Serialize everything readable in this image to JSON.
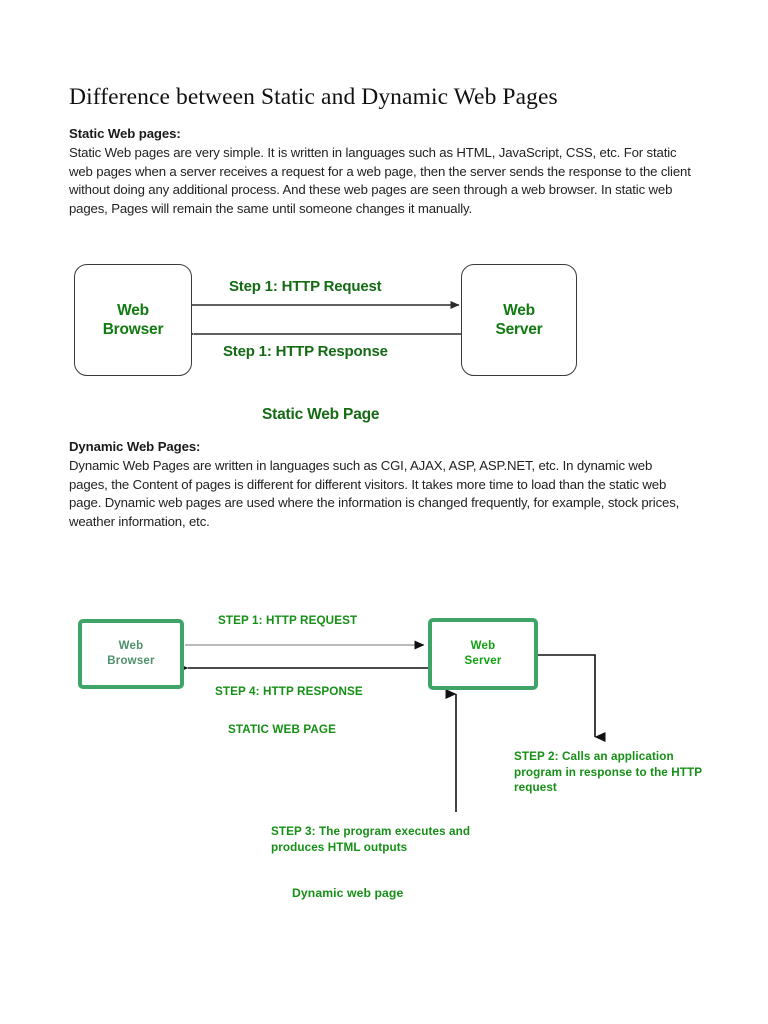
{
  "document": {
    "title": "Difference between Static and Dynamic Web Pages"
  },
  "sections": {
    "static": {
      "heading": "Static Web pages:",
      "body": "Static Web pages are very simple. It is written in languages such as HTML, JavaScript, CSS, etc. For static web pages when a server receives a request for a web page, then the server sends the response to the client without doing any additional process. And these web pages are seen through a web browser. In static web pages, Pages will remain the same until someone changes it manually."
    },
    "dynamic": {
      "heading": "Dynamic Web Pages:",
      "body": "Dynamic Web Pages are written in languages such as CGI, AJAX, ASP, ASP.NET, etc. In dynamic web pages, the Content of pages is different for different visitors. It takes more time to load than the static web page. Dynamic web pages are used where the information is changed frequently, for example, stock prices, weather information, etc."
    }
  },
  "diagram_static": {
    "browser_line1": "Web",
    "browser_line2": "Browser",
    "server_line1": "Web",
    "server_line2": "Server",
    "arrow_request_label": "Step 1: HTTP Request",
    "arrow_response_label": "Step 1: HTTP Response",
    "caption": "Static Web Page",
    "colors": {
      "text": "#146b14",
      "box_border": "#3a3a3a",
      "arrow": "#2b2b2b"
    }
  },
  "diagram_dynamic": {
    "browser_line1": "Web",
    "browser_line2": "Browser",
    "server_line1": "Web",
    "server_line2": "Server",
    "arrow_request_label": "STEP 1:  HTTP REQUEST",
    "arrow_response_label": "STEP 4:  HTTP RESPONSE",
    "static_page_label": "STATIC WEB PAGE",
    "step2_label": "STEP 2: Calls an application program in response to the HTTP request",
    "step3_label": "STEP 3: The program executes and produces HTML outputs",
    "caption": "Dynamic web page",
    "colors": {
      "box_border": "#3ea468",
      "browser_text": "#4f8f6c",
      "server_text": "#11a211",
      "label_text": "#169016",
      "arrow_request": "#8f8f8f",
      "arrow_other": "#111111"
    }
  }
}
